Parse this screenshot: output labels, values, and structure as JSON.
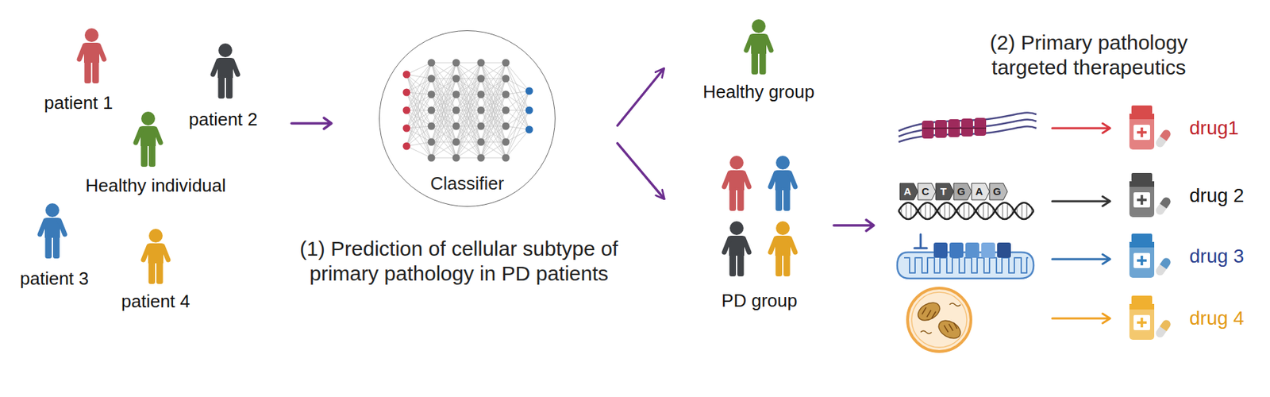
{
  "diagram": {
    "nodes": [
      {
        "text": [
          "Classifier"
        ]
      },
      {
        "text": [
          "Healthy group"
        ]
      },
      {
        "text": [
          "PD group"
        ]
      },
      {
        "text": [
          "drug1"
        ]
      },
      {
        "text": [
          "drug 2"
        ]
      },
      {
        "text": [
          "drug 3"
        ]
      },
      {
        "text": [
          "drug 4"
        ]
      }
    ],
    "edges": [
      {
        "from": 0,
        "to": 1,
        "arrow": "to"
      },
      {
        "from": 0,
        "to": 2,
        "arrow": "to"
      }
    ],
    "labels": [
      "patient 1",
      "patient 2",
      "Healthy individual",
      "patient 3",
      "patient 4",
      "(1) Prediction of cellular subtype of primary pathology in PD patients",
      "(2) Primary pathology targeted therapeutics",
      "A",
      "C",
      "T",
      "G",
      "A",
      "G"
    ]
  }
}
